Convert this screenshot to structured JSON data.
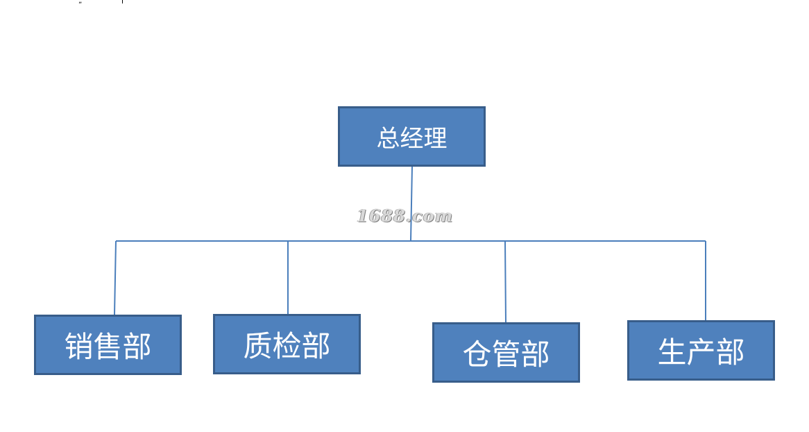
{
  "diagram": {
    "root": {
      "label": "总经理"
    },
    "departments": [
      {
        "label": "销售部"
      },
      {
        "label": "质检部"
      },
      {
        "label": "仓管部"
      },
      {
        "label": "生产部"
      }
    ]
  },
  "watermark": "1688.com",
  "colors": {
    "box_fill": "#4f81bd",
    "box_border": "#385d8a",
    "connector": "#4a7ebb",
    "text": "#ffffff"
  }
}
